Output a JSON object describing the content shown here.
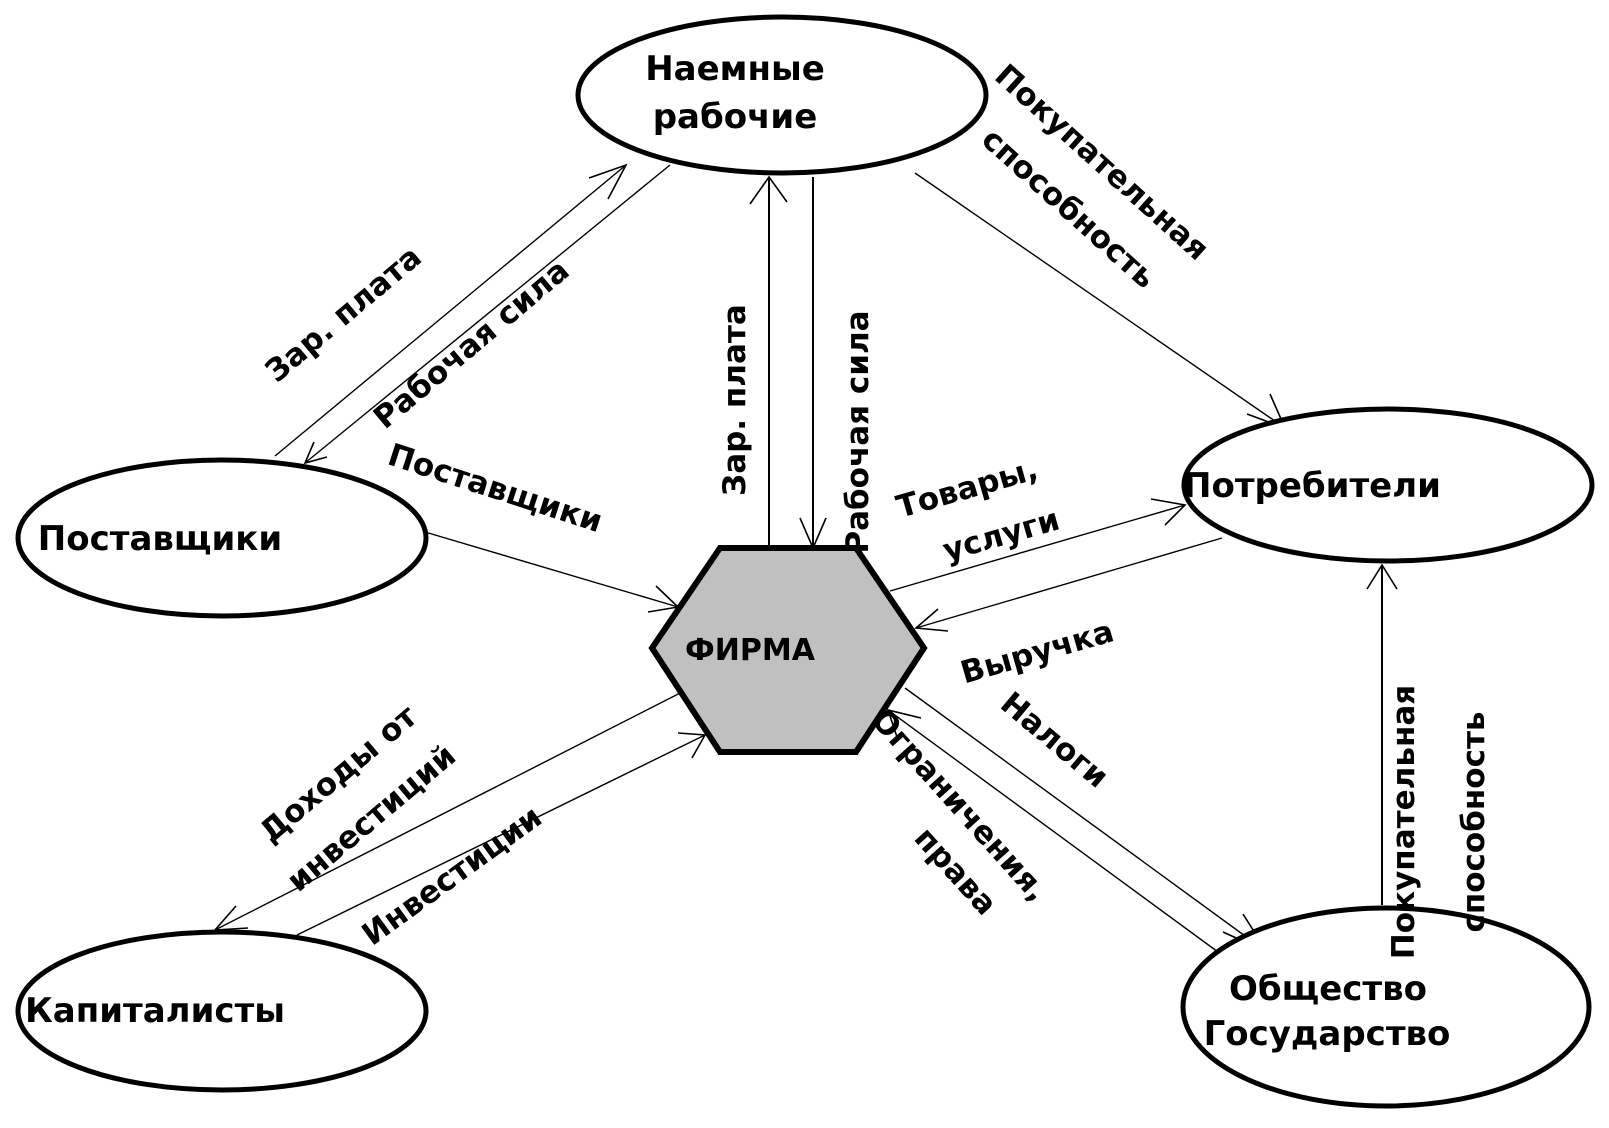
{
  "colors": {
    "background": "#ffffff",
    "stroke": "#000000",
    "firm_fill": "#c0c0c0"
  },
  "center": {
    "label": "ФИРМА"
  },
  "nodes": {
    "workers": {
      "line1": "Наемные",
      "line2": "рабочие"
    },
    "suppliers": {
      "label": "Поставщики"
    },
    "capitalists": {
      "label": "Капиталисты"
    },
    "consumers": {
      "label": "Потребители"
    },
    "state": {
      "line1": "Общество",
      "line2": "Государство"
    }
  },
  "flows": {
    "wage_to_workers_diag": {
      "label": "Зар. плата"
    },
    "labor_from_workers_diag": {
      "label": "Рабочая сила"
    },
    "supplies": {
      "label": "Поставщики"
    },
    "wage_to_workers_vert": {
      "label": "Зар. плата"
    },
    "labor_from_workers_vert": {
      "label": "Рабочая сила"
    },
    "purchasing_power_workers": {
      "line1": "Покупательная",
      "line2": "способность"
    },
    "goods": {
      "line1": "Товары,",
      "line2": "услуги"
    },
    "revenue": {
      "label": "Выручка"
    },
    "investment_income": {
      "line1": "Доходы от",
      "line2": "инвестиций"
    },
    "investments": {
      "label": "Инвестиции"
    },
    "taxes": {
      "label": "Налоги"
    },
    "restrictions": {
      "line1": "Ограничения,",
      "line2": "права"
    },
    "purchasing_power_state": {
      "line1": "Покупательная",
      "line2": "способность"
    }
  }
}
